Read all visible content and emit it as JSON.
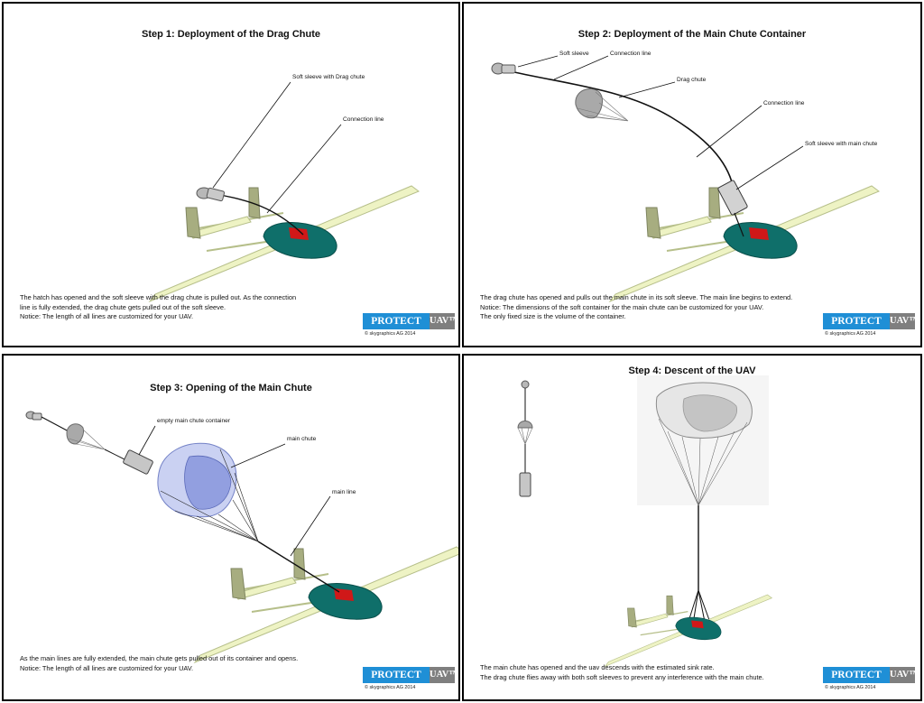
{
  "brand": {
    "logo_left": "PROTECT",
    "logo_right": "UAV™",
    "copyright": "© skygraphics AG 2014",
    "logo_blue": "#1f8fd6",
    "logo_grey": "#7f7f7f"
  },
  "colors": {
    "wing": "#eef3c4",
    "fuselage": "#0f6f6a",
    "hatch": "#d01818",
    "chute_grey": "#a9a9a9",
    "main_chute": "#8f9fe0"
  },
  "step1": {
    "title": "Step 1: Deployment of the Drag Chute",
    "labels": {
      "sleeve": "Soft sleeve with Drag chute",
      "connection": "Connection line"
    },
    "text": [
      "The hatch has opened and the soft sleeve with the drag chute is pulled out. As the connection",
      "line is fully extended,  the drag chute gets pulled out of the soft sleeve.",
      "Notice: The length of all lines are customized for your UAV."
    ]
  },
  "step2": {
    "title": "Step 2: Deployment of the Main Chute Container",
    "labels": {
      "sleeve": "Soft sleeve",
      "connection_top": "Connection line",
      "drag_chute": "Drag chute",
      "connection_mid": "Connection line",
      "main_sleeve": "Soft sleeve with main chute"
    },
    "text": [
      "The drag chute has opened  and pulls out the main chute in its soft sleeve. The main line begins to extend.",
      "Notice: The dimensions of the soft container for the main chute can be customized for your UAV.",
      "The only fixed size is the volume of the container."
    ]
  },
  "step3": {
    "title": "Step 3: Opening of the Main Chute",
    "labels": {
      "container": "empty main chute container",
      "main_chute": "main chute",
      "main_line": "main line"
    },
    "text": [
      "As the main lines are fully extended,   the main chute gets pulled out of its container and opens.",
      "Notice: The length of all lines are customized for your UAV."
    ]
  },
  "step4": {
    "title": "Step 4: Descent of the UAV",
    "text": [
      "The main chute has opened and the uav descends with the estimated sink rate.",
      "The drag chute flies away with both  soft sleeves to prevent any interference with the main chute."
    ]
  }
}
